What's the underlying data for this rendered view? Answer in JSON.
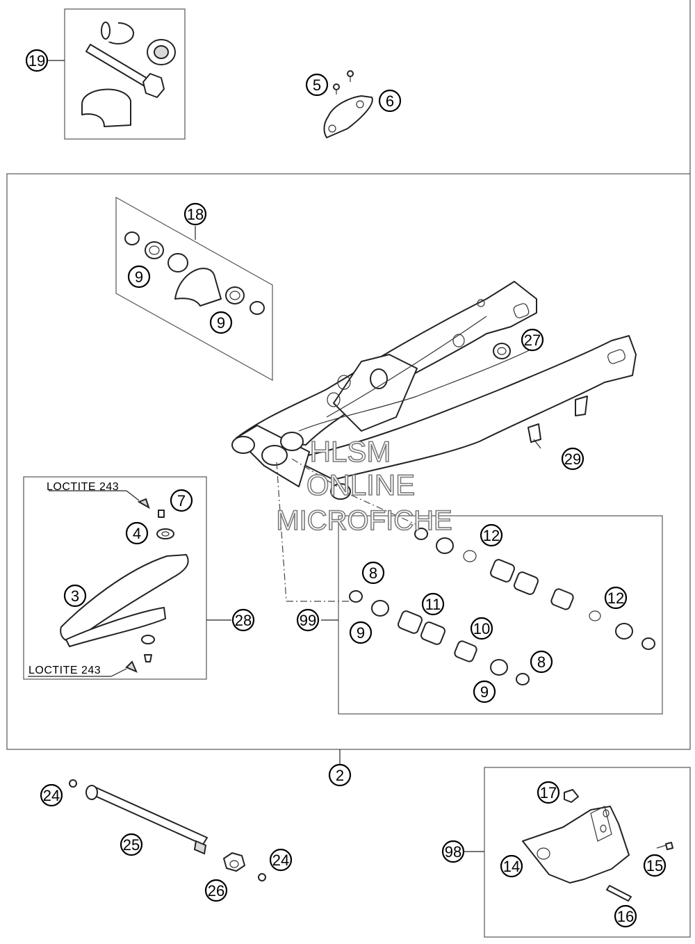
{
  "callouts": [
    {
      "id": "c19",
      "text": "19"
    },
    {
      "id": "c5",
      "text": "5"
    },
    {
      "id": "c6",
      "text": "6"
    },
    {
      "id": "c18",
      "text": "18"
    },
    {
      "id": "c9a",
      "text": "9"
    },
    {
      "id": "c9b",
      "text": "9"
    },
    {
      "id": "c27",
      "text": "27"
    },
    {
      "id": "c29",
      "text": "29"
    },
    {
      "id": "c7",
      "text": "7"
    },
    {
      "id": "c4",
      "text": "4"
    },
    {
      "id": "c3",
      "text": "3"
    },
    {
      "id": "c28",
      "text": "28"
    },
    {
      "id": "c12a",
      "text": "12"
    },
    {
      "id": "c8a",
      "text": "8"
    },
    {
      "id": "c11",
      "text": "11"
    },
    {
      "id": "c12b",
      "text": "12"
    },
    {
      "id": "c99",
      "text": "99"
    },
    {
      "id": "c9c",
      "text": "9"
    },
    {
      "id": "c10",
      "text": "10"
    },
    {
      "id": "c8b",
      "text": "8"
    },
    {
      "id": "c9d",
      "text": "9"
    },
    {
      "id": "c2",
      "text": "2"
    },
    {
      "id": "c17",
      "text": "17"
    },
    {
      "id": "c24a",
      "text": "24"
    },
    {
      "id": "c25",
      "text": "25"
    },
    {
      "id": "c24b",
      "text": "24"
    },
    {
      "id": "c26",
      "text": "26"
    },
    {
      "id": "c98",
      "text": "98"
    },
    {
      "id": "c14",
      "text": "14"
    },
    {
      "id": "c15",
      "text": "15"
    },
    {
      "id": "c16",
      "text": "16"
    }
  ],
  "notes": {
    "loctite_top": "LOCTITE 243",
    "loctite_bottom": "LOCTITE 243"
  },
  "watermark": {
    "line1": "HLSM",
    "line2": "ONLINE",
    "line3": "MICROFICHE"
  }
}
